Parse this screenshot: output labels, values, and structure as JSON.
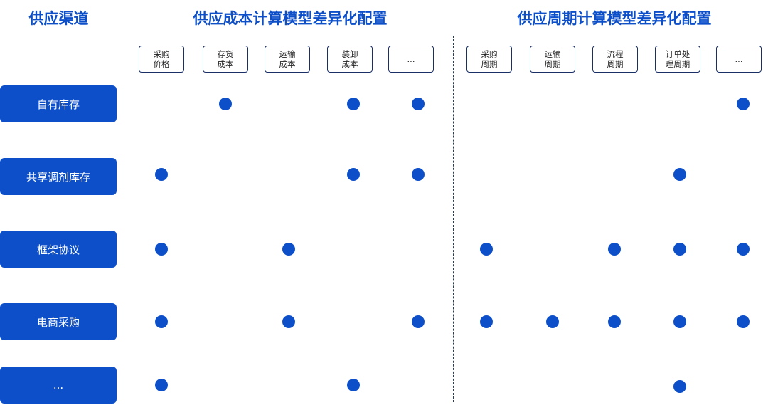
{
  "titles": {
    "channel": "供应渠道",
    "cost": "供应成本计算模型差异化配置",
    "cycle": "供应周期计算模型差异化配置"
  },
  "cost_columns": [
    {
      "line1": "采购",
      "line2": "价格"
    },
    {
      "line1": "存货",
      "line2": "成本"
    },
    {
      "line1": "运输",
      "line2": "成本"
    },
    {
      "line1": "装卸",
      "line2": "成本"
    },
    {
      "line1": "...",
      "line2": ""
    }
  ],
  "cycle_columns": [
    {
      "line1": "采购",
      "line2": "周期"
    },
    {
      "line1": "运输",
      "line2": "周期"
    },
    {
      "line1": "流程",
      "line2": "周期"
    },
    {
      "line1": "订单处",
      "line2": "理周期"
    },
    {
      "line1": "...",
      "line2": ""
    }
  ],
  "rows": [
    {
      "label": "自有库存",
      "cost": [
        false,
        true,
        false,
        true,
        true
      ],
      "cycle": [
        false,
        false,
        false,
        false,
        true
      ]
    },
    {
      "label": "共享调剂库存",
      "cost": [
        true,
        false,
        false,
        true,
        true
      ],
      "cycle": [
        false,
        false,
        false,
        true,
        false
      ]
    },
    {
      "label": "框架协议",
      "cost": [
        true,
        false,
        true,
        false,
        false
      ],
      "cycle": [
        true,
        false,
        true,
        true,
        true
      ]
    },
    {
      "label": "电商采购",
      "cost": [
        true,
        false,
        true,
        false,
        true
      ],
      "cycle": [
        true,
        true,
        true,
        true,
        true
      ]
    },
    {
      "label": "...",
      "cost": [
        true,
        false,
        false,
        true,
        false
      ],
      "cycle": [
        false,
        false,
        false,
        true,
        false
      ]
    }
  ],
  "colors": {
    "accent": "#0d4fc9",
    "chip_border": "#1a2f66",
    "divider": "#2a3a5a"
  }
}
